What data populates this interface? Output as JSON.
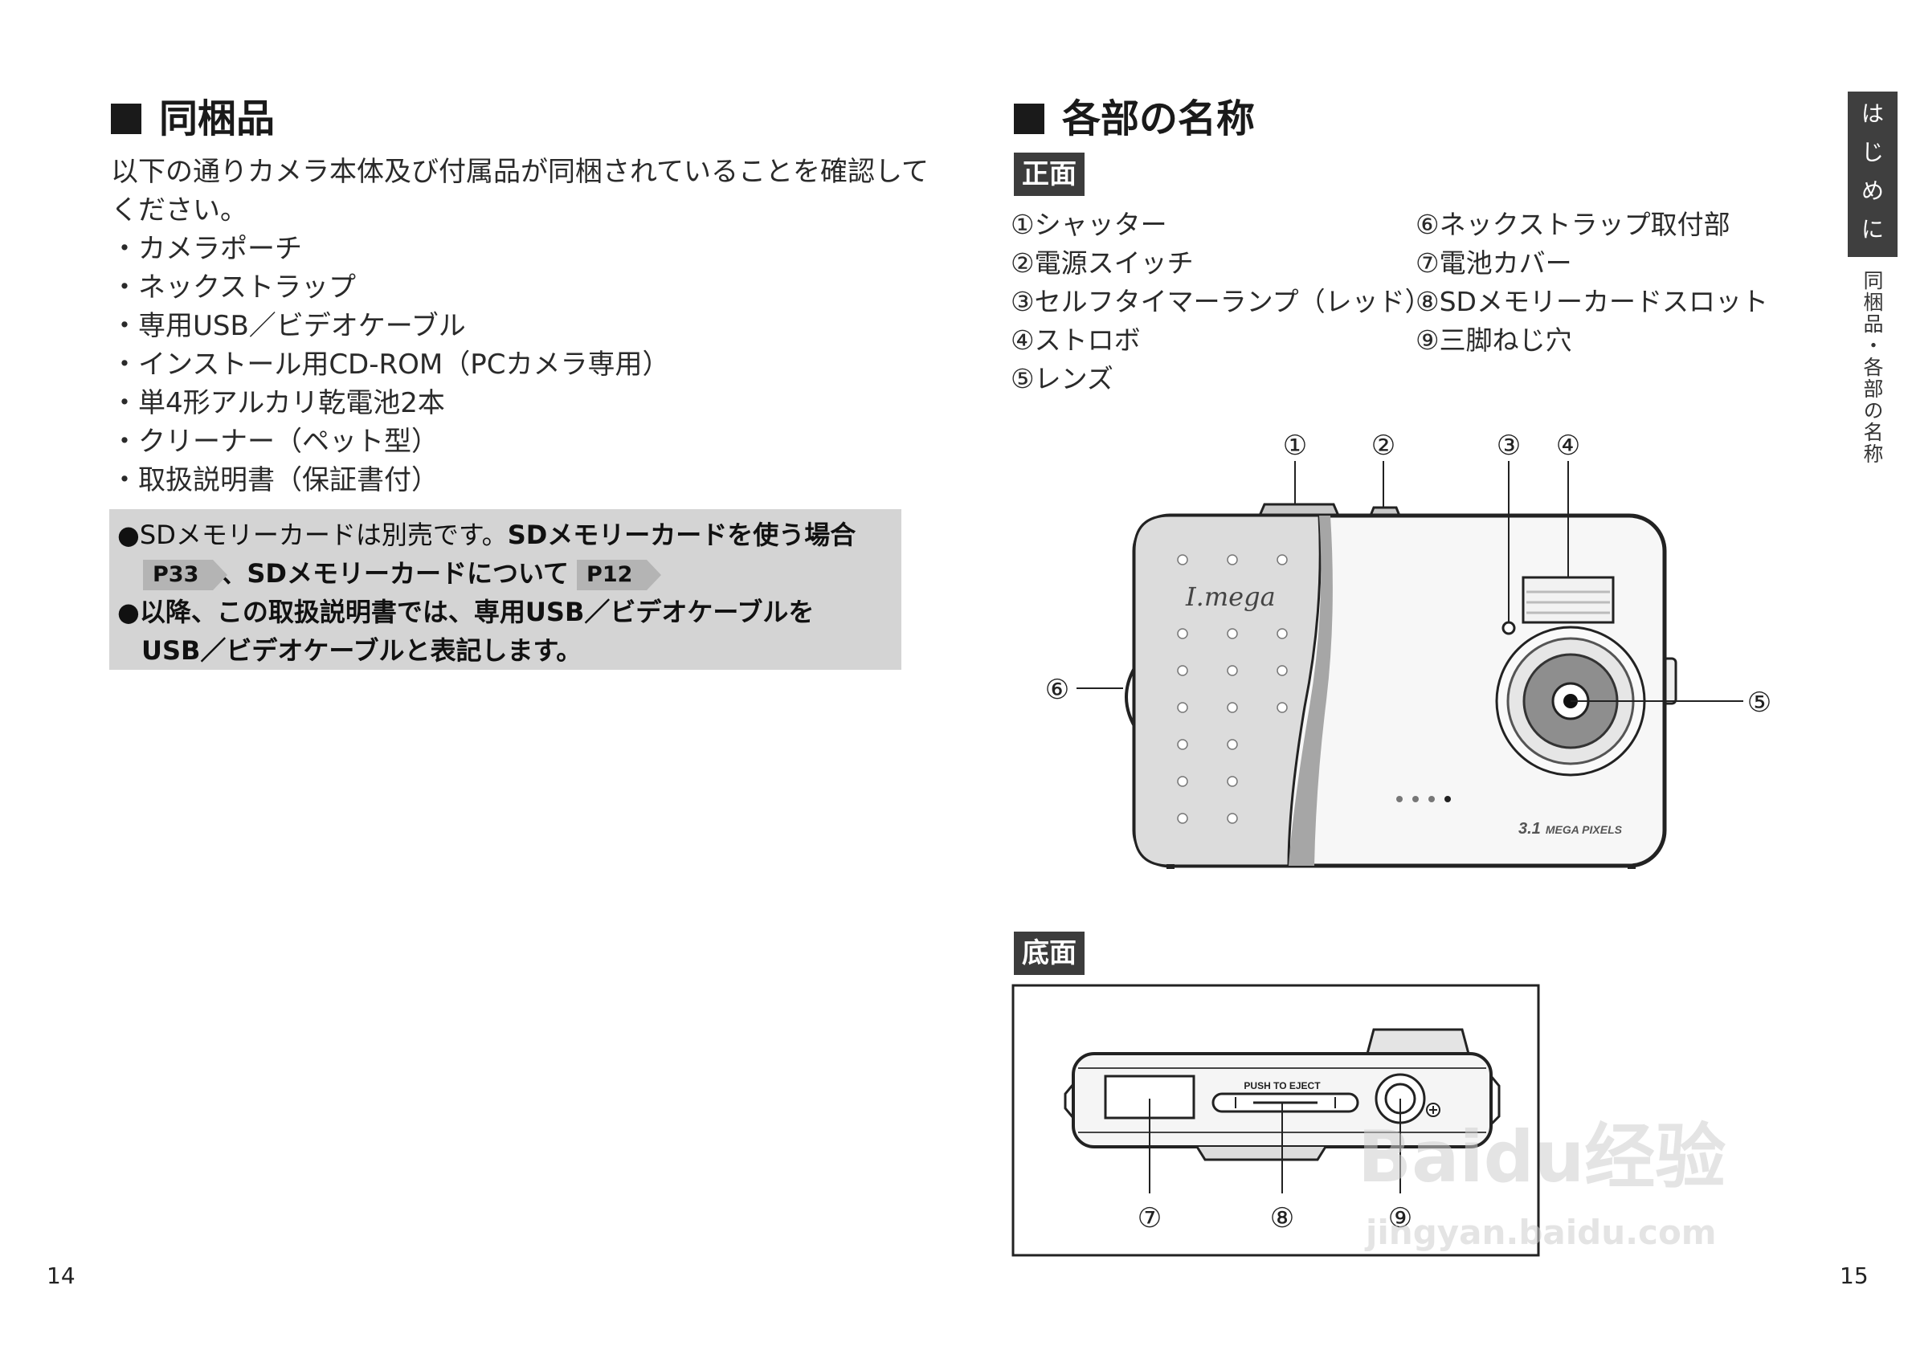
{
  "left": {
    "section_title": "同梱品",
    "intro": [
      "以下の通りカメラ本体及び付属品が同梱されていることを確認して",
      "ください。"
    ],
    "items": [
      "・カメラポーチ",
      "・ネックストラップ",
      "・専用USB／ビデオケーブル",
      "・インストール用CD-ROM（PCカメラ専用）",
      "・単4形アルカリ乾電池2本",
      "・クリーナー（ペット型）",
      "・取扱説明書（保証書付）"
    ],
    "note": {
      "line1_regular": "●SDメモリーカードは別売です。",
      "line1_bold": "SDメモリーカードを使う場合",
      "ref1": "P33",
      "line2_bold": "、SDメモリーカードについて",
      "ref2": "P12",
      "line3": "●以降、この取扱説明書では、専用USB／ビデオケーブルを",
      "line4": "USB／ビデオケーブルと表記します。"
    },
    "page_number": "14"
  },
  "right": {
    "section_title": "各部の名称",
    "front_label": "正面",
    "parts_col1": [
      "①シャッター",
      "②電源スイッチ",
      "③セルフタイマーランプ（レッド）",
      "④ストロボ",
      "⑤レンズ"
    ],
    "parts_col2": [
      "⑥ネックストラップ取付部",
      "⑦電池カバー",
      "⑧SDメモリーカードスロット",
      "⑨三脚ねじ穴"
    ],
    "bottom_label": "底面",
    "front_callouts": [
      "①",
      "②",
      "③",
      "④",
      "⑤",
      "⑥"
    ],
    "bottom_callouts": [
      "⑦",
      "⑧",
      "⑨"
    ],
    "camera_logo": "I.mega",
    "camera_badge_num": "3.1",
    "camera_badge_text": "MEGA PIXELS",
    "eject_text": "PUSH TO EJECT",
    "side_tab_chars": [
      "は",
      "じ",
      "め",
      "に"
    ],
    "side_subtitle": "同梱品・各部の名称",
    "watermark_main": "Baidu经验",
    "watermark_url": "jingyan.baidu.com",
    "page_number": "15"
  },
  "colors": {
    "text": "#2a2a2a",
    "note_bg": "#d4d4d4",
    "label_bg": "#3c3c3c",
    "tab_bg": "#3f3f3f"
  }
}
